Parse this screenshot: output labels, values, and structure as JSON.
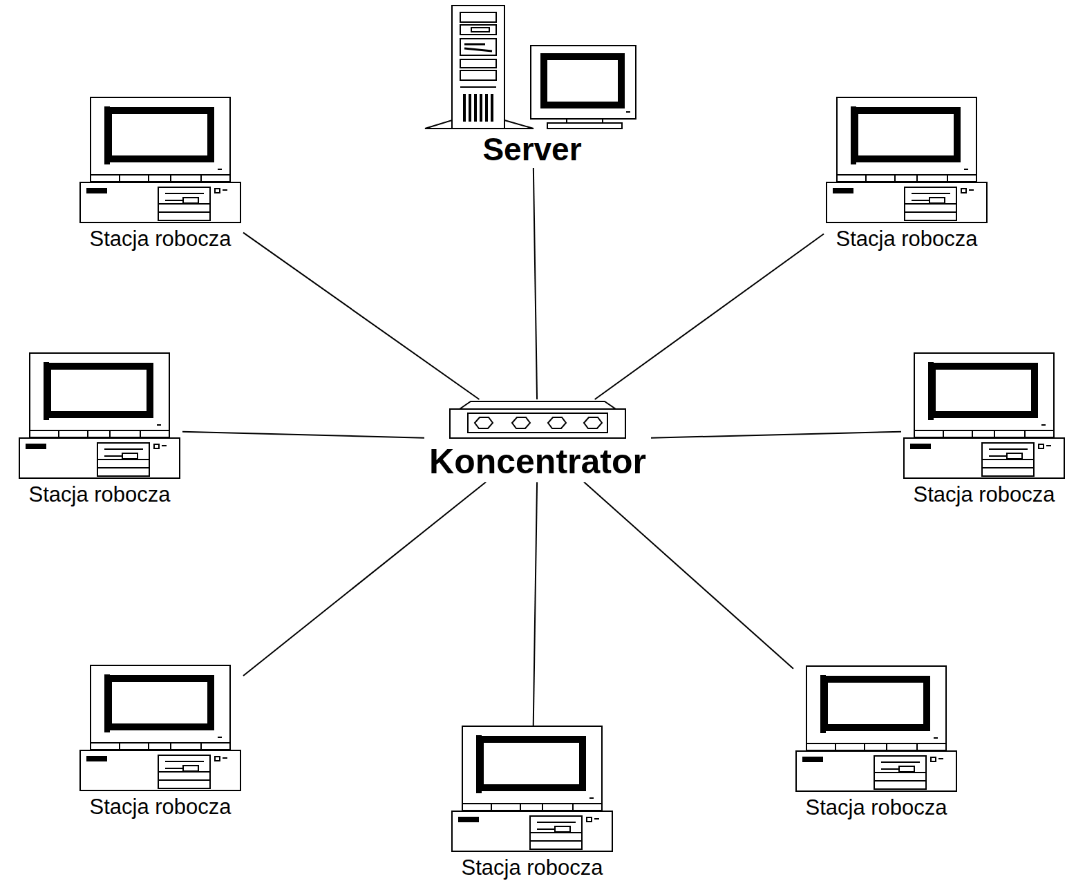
{
  "diagram": {
    "nodes": [
      {
        "text": [
          "Server"
        ]
      },
      {
        "text": [
          "Stacja robocza"
        ]
      },
      {
        "text": [
          "Stacja robocza"
        ]
      },
      {
        "text": [
          "Stacja robocza"
        ]
      },
      {
        "text": [
          "Koncentrator"
        ]
      },
      {
        "text": [
          "Stacja robocza"
        ]
      },
      {
        "text": [
          "Stacja robocza"
        ]
      },
      {
        "text": [
          "Stacja robocza"
        ]
      },
      {
        "text": [
          "Stacja robocza"
        ]
      }
    ],
    "edges": [
      {
        "from": 4,
        "to": 0,
        "arrow": "none"
      },
      {
        "from": 4,
        "to": 1,
        "arrow": "none"
      },
      {
        "from": 4,
        "to": 2,
        "arrow": "none"
      },
      {
        "from": 4,
        "to": 3,
        "arrow": "none"
      },
      {
        "from": 4,
        "to": 5,
        "arrow": "none"
      },
      {
        "from": 4,
        "to": 6,
        "arrow": "none"
      },
      {
        "from": 4,
        "to": 7,
        "arrow": "none"
      },
      {
        "from": 4,
        "to": 8,
        "arrow": "none"
      }
    ]
  }
}
